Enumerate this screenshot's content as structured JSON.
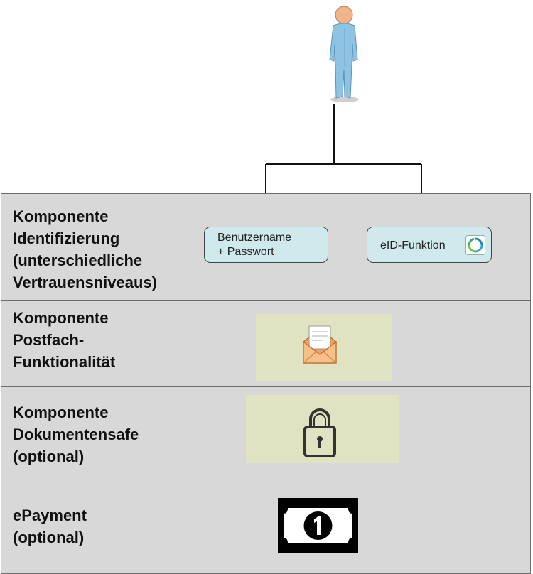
{
  "components": [
    {
      "label_lines": [
        "Komponente",
        "Identifizierung",
        "(unterschiedliche",
        "Vertrauensniveaus)"
      ]
    },
    {
      "label_lines": [
        "Komponente",
        "Postfach-",
        "Funktionalität"
      ]
    },
    {
      "label_lines": [
        "Komponente",
        "Dokumentensafe",
        "(optional)"
      ]
    },
    {
      "label_lines": [
        "ePayment",
        "(optional)"
      ]
    }
  ],
  "auth_methods": {
    "password": {
      "line1": "Benutzername",
      "line2": "+ Passwort"
    },
    "eid": {
      "label": "eID-Funktion"
    }
  },
  "icons": {
    "user": "person-icon",
    "eid": "eid-logo-icon",
    "mail": "open-envelope-icon",
    "safe": "padlock-icon",
    "payment": "banknote-one-icon"
  },
  "colors": {
    "band": "#d8d8d8",
    "auth_box": "#cfe9ec",
    "icon_pad": "#dfe3c2",
    "person": "#8fc3e4"
  }
}
